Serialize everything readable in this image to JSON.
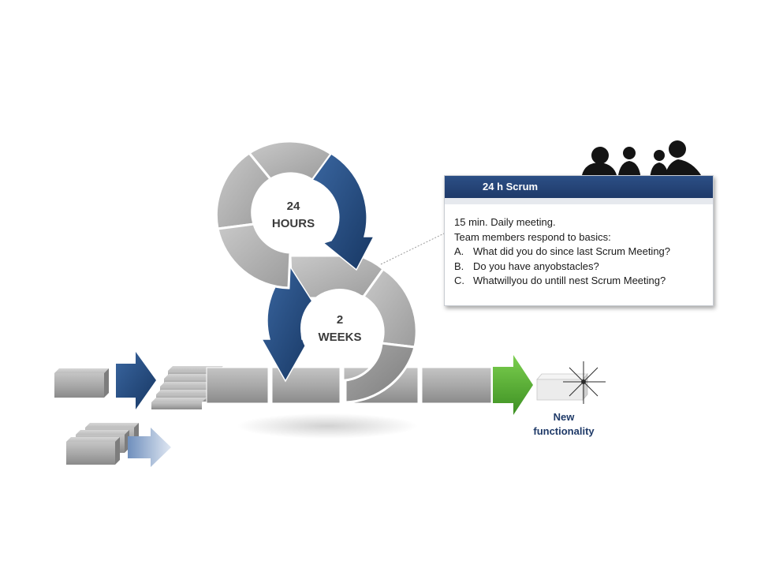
{
  "center_labels": {
    "day_cycle": [
      "24",
      "HOURS"
    ],
    "sprint_cycle": [
      "2",
      "WEEKS"
    ]
  },
  "callout": {
    "title": "24 h Scrum",
    "intro": [
      "15 min. Daily meeting.",
      "Team members respond to basics:"
    ],
    "questions": [
      {
        "marker": "A.",
        "text": "What did you do since last Scrum Meeting?"
      },
      {
        "marker": "B.",
        "text": "Do you have anyobstacles?"
      },
      {
        "marker": "C.",
        "text": "Whatwillyou do untill nest Scrum Meeting?"
      }
    ]
  },
  "output_label": [
    "New",
    "functionality"
  ],
  "icons": [
    "meeting-people-icon",
    "sparkle-icon"
  ],
  "colors": {
    "navy_arrow": "#1f4677",
    "grey_block": "#9a9a9a",
    "green_arrow": "#4aa02c",
    "header_bar": "#1e3a6b",
    "label_text": "#1f3a68"
  }
}
